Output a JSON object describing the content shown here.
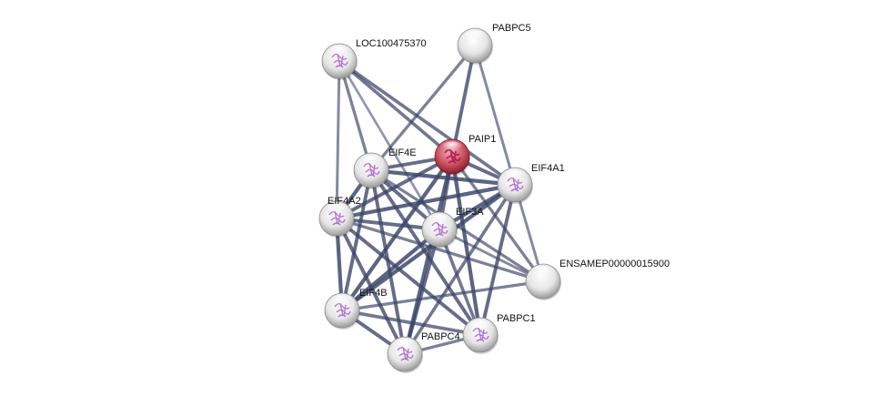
{
  "network": {
    "query_node": "PAIP1",
    "colors": {
      "edge": "#3c4669",
      "query_node": "#c0394b",
      "default_node": "#e9e9e9",
      "structure": "#a24fc8"
    },
    "nodes": [
      {
        "id": "LOC100475370",
        "label": "LOC100475370",
        "has_structure": true
      },
      {
        "id": "PABPC5",
        "label": "PABPC5",
        "has_structure": false
      },
      {
        "id": "PAIP1",
        "label": "PAIP1",
        "has_structure": true,
        "query": true
      },
      {
        "id": "EIF4E",
        "label": "EIF4E",
        "has_structure": true
      },
      {
        "id": "EIF4A1",
        "label": "EIF4A1",
        "has_structure": true
      },
      {
        "id": "EIF4A2",
        "label": "EIF4A2",
        "has_structure": true
      },
      {
        "id": "EIF3A",
        "label": "EIF3A",
        "has_structure": true
      },
      {
        "id": "ENSAMEP00000015900",
        "label": "ENSAMEP00000015900",
        "has_structure": false
      },
      {
        "id": "EIF4B",
        "label": "EIF4B",
        "has_structure": true
      },
      {
        "id": "PABPC1",
        "label": "PABPC1",
        "has_structure": true
      },
      {
        "id": "PABPC4",
        "label": "PABPC4",
        "has_structure": true
      }
    ],
    "edges": [
      [
        "LOC100475370",
        "EIF4A2",
        0.5
      ],
      [
        "LOC100475370",
        "EIF4E",
        0.6
      ],
      [
        "LOC100475370",
        "PAIP1",
        0.7
      ],
      [
        "LOC100475370",
        "EIF4A1",
        0.7
      ],
      [
        "LOC100475370",
        "EIF3A",
        0.4
      ],
      [
        "PABPC5",
        "PAIP1",
        0.8
      ],
      [
        "PABPC5",
        "EIF4E",
        0.6
      ],
      [
        "PABPC5",
        "EIF4A1",
        0.5
      ],
      [
        "PAIP1",
        "EIF4E",
        0.8
      ],
      [
        "PAIP1",
        "EIF4A1",
        0.8
      ],
      [
        "PAIP1",
        "EIF4A2",
        0.8
      ],
      [
        "PAIP1",
        "EIF3A",
        0.8
      ],
      [
        "PAIP1",
        "EIF4B",
        0.9
      ],
      [
        "PAIP1",
        "PABPC1",
        0.9
      ],
      [
        "PAIP1",
        "PABPC4",
        0.9
      ],
      [
        "PAIP1",
        "ENSAMEP00000015900",
        0.6
      ],
      [
        "EIF4E",
        "EIF4A1",
        0.9
      ],
      [
        "EIF4E",
        "EIF4A2",
        0.9
      ],
      [
        "EIF4E",
        "EIF3A",
        0.8
      ],
      [
        "EIF4E",
        "EIF4B",
        0.8
      ],
      [
        "EIF4E",
        "PABPC1",
        0.8
      ],
      [
        "EIF4E",
        "PABPC4",
        0.8
      ],
      [
        "EIF4E",
        "ENSAMEP00000015900",
        0.6
      ],
      [
        "EIF4A1",
        "EIF4A2",
        0.9
      ],
      [
        "EIF4A1",
        "EIF3A",
        0.9
      ],
      [
        "EIF4A1",
        "EIF4B",
        0.9
      ],
      [
        "EIF4A1",
        "PABPC1",
        0.8
      ],
      [
        "EIF4A1",
        "PABPC4",
        0.7
      ],
      [
        "EIF4A1",
        "ENSAMEP00000015900",
        0.5
      ],
      [
        "EIF4A2",
        "EIF3A",
        0.8
      ],
      [
        "EIF4A2",
        "EIF4B",
        0.9
      ],
      [
        "EIF4A2",
        "PABPC1",
        0.8
      ],
      [
        "EIF4A2",
        "PABPC4",
        0.8
      ],
      [
        "EIF4A2",
        "ENSAMEP00000015900",
        0.6
      ],
      [
        "EIF3A",
        "EIF4B",
        0.9
      ],
      [
        "EIF3A",
        "PABPC1",
        0.7
      ],
      [
        "EIF3A",
        "PABPC4",
        0.8
      ],
      [
        "EIF3A",
        "ENSAMEP00000015900",
        0.5
      ],
      [
        "EIF4B",
        "PABPC1",
        0.7
      ],
      [
        "EIF4B",
        "PABPC4",
        0.8
      ],
      [
        "EIF4B",
        "ENSAMEP00000015900",
        0.6
      ],
      [
        "PABPC1",
        "PABPC4",
        0.6
      ]
    ]
  }
}
